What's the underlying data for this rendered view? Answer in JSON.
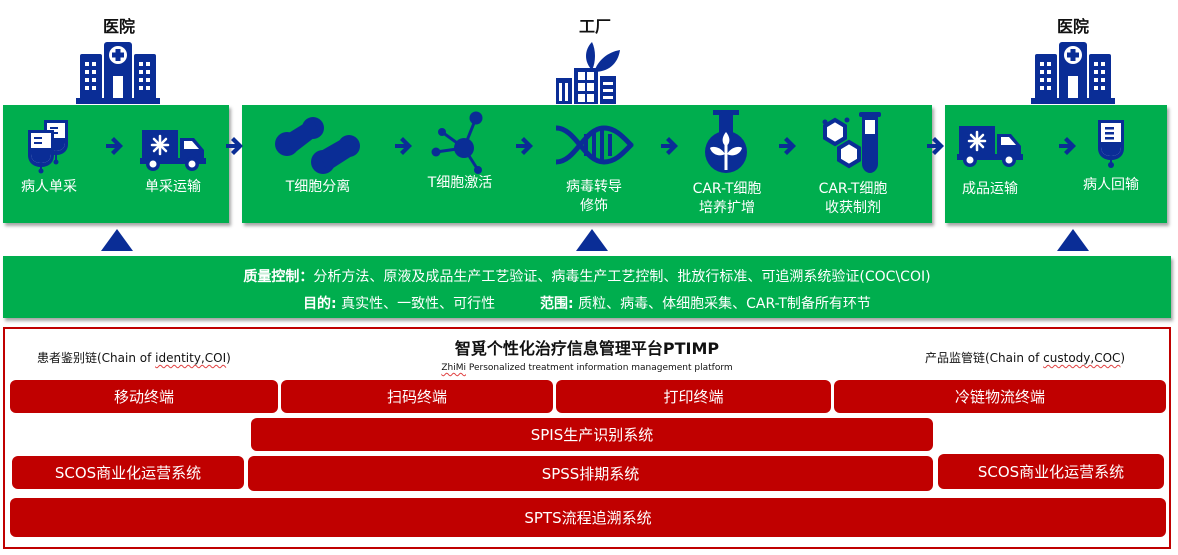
{
  "locations": {
    "hospital_left": "医院",
    "factory": "工厂",
    "hospital_right": "医院"
  },
  "steps": [
    {
      "label_lines": [
        "病人单采"
      ],
      "icon": "iv-bags-icon"
    },
    {
      "label_lines": [
        "单采运输"
      ],
      "icon": "cold-truck-icon"
    },
    {
      "label_lines": [
        "T细胞分离"
      ],
      "icon": "cell-separation-icon"
    },
    {
      "label_lines": [
        "T细胞激活"
      ],
      "icon": "molecule-activation-icon"
    },
    {
      "label_lines": [
        "病毒转导",
        "修饰"
      ],
      "icon": "dna-icon"
    },
    {
      "label_lines": [
        "CAR-T细胞",
        "培养扩增"
      ],
      "icon": "flask-plant-icon"
    },
    {
      "label_lines": [
        "CAR-T细胞",
        "收获制剂"
      ],
      "icon": "test-tube-hexagon-icon"
    },
    {
      "label_lines": [
        "成品运输"
      ],
      "icon": "cold-truck-icon"
    },
    {
      "label_lines": [
        "病人回输"
      ],
      "icon": "iv-bag-icon"
    }
  ],
  "quality": {
    "line1_label": "质量控制：",
    "line1_text": "分析方法、原液及成品生产工艺验证、病毒生产工艺控制、批放行标准、可追溯系统验证(COC\\COI)",
    "purpose_label": "目的:",
    "purpose_text": "真实性、一致性、可行性",
    "scope_label": "范围:",
    "scope_text": "质粒、病毒、体细胞采集、CAR-T制备所有环节"
  },
  "platform": {
    "title": "智覓个性化治疗信息管理平台PTIMP",
    "subtitle_prefix": "ZhiMi",
    "subtitle_rest": " Personalized treatment information management platform",
    "coi_prefix": "患者鉴别链(Chain of ",
    "coi_word": "identity,COI",
    "coi_suffix": ")",
    "coc_prefix": "产品监管链(Chain of ",
    "coc_word": "custody,COC",
    "coc_suffix": ")",
    "terminals": [
      "移动终端",
      "扫码终端",
      "打印终端",
      "冷链物流终端"
    ],
    "spis": "SPIS生产识别系统",
    "scos_left": "SCOS商业化运营系统",
    "spss": "SPSS排期系统",
    "scos_right": "SCOS商业化运营系统",
    "spts": "SPTS流程追溯系统"
  },
  "colors": {
    "green": "#00AE4E",
    "blue": "#0A2D96",
    "red": "#C00000"
  }
}
